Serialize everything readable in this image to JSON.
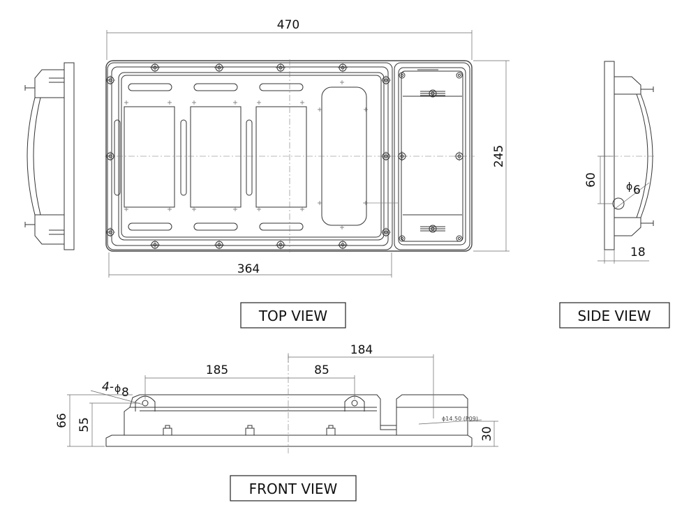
{
  "views": {
    "top": "TOP VIEW",
    "side": "SIDE VIEW",
    "front": "FRONT VIEW"
  },
  "dimensions": {
    "top_width": "470",
    "top_inner_width": "364",
    "top_height": "245",
    "side_60": "60",
    "side_dia": "6",
    "side_dia_symbol": "ϕ",
    "side_18": "18",
    "front_184": "184",
    "front_185": "185",
    "front_85": "85",
    "front_holes_count": "4-",
    "front_holes_symbol": "ϕ",
    "front_holes_dia": "8",
    "front_66": "66",
    "front_55": "55",
    "front_30": "30",
    "front_port": "ϕ14.50 (P09)"
  },
  "colors": {
    "line": "#333333",
    "background": "#ffffff"
  }
}
